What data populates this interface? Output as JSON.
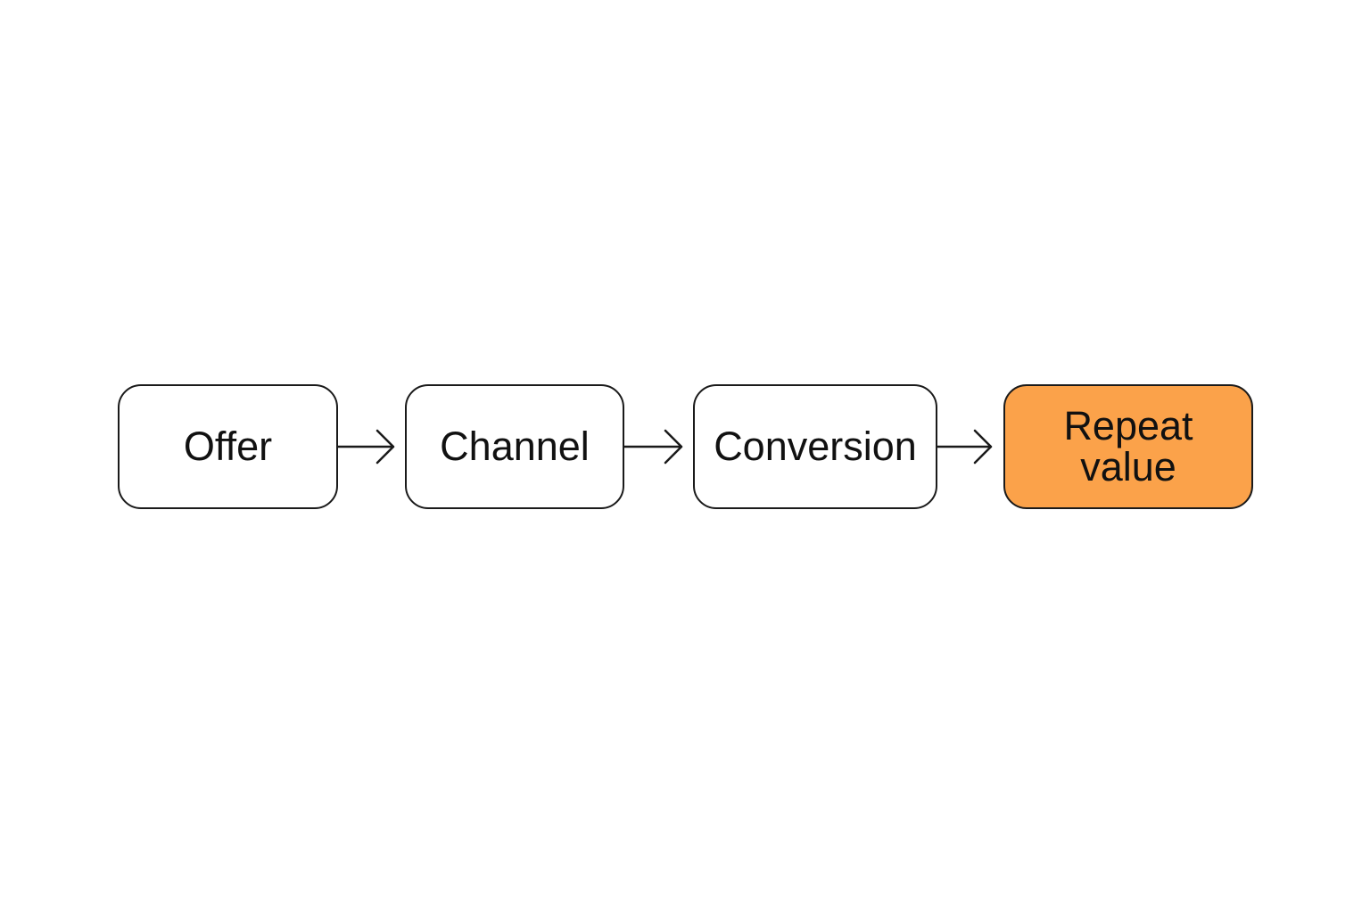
{
  "flow": {
    "steps": [
      {
        "label": "Offer"
      },
      {
        "label": "Channel"
      },
      {
        "label": "Conversion"
      },
      {
        "label": "Repeat\nvalue"
      }
    ],
    "highlight_color": "#fba24a",
    "border_color": "#1a1a1a"
  }
}
